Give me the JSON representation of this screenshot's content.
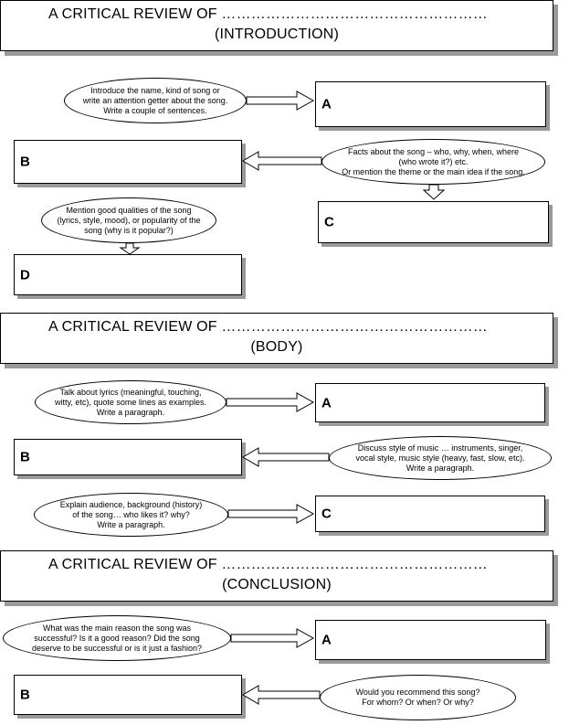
{
  "sections": [
    {
      "title_line1": "A CRITICAL REVIEW OF ………………………………………………",
      "title_line2": "(INTRODUCTION)",
      "boxes": [
        "A",
        "B",
        "C",
        "D"
      ],
      "ovals": [
        "Introduce the name, kind of song or\nwrite an attention getter about the song.\nWrite a couple of sentences.",
        "Facts about the song – who, why, when, where\n(who wrote it?) etc.\nOr mention the theme or the main idea if the song.",
        "Mention good qualities of the song\n(lyrics, style, mood), or popularity of the\nsong (why is it popular?)"
      ]
    },
    {
      "title_line1": "A CRITICAL REVIEW OF ………………………………………………",
      "title_line2": "(BODY)",
      "boxes": [
        "A",
        "B",
        "C"
      ],
      "ovals": [
        "Talk about lyrics (meaningful, touching,\nwitty, etc), quote some lines as examples.\nWrite a paragraph.",
        "Discuss style of music … instruments, singer,\nvocal style, music style (heavy, fast, slow, etc).\nWrite a paragraph.",
        "Explain audience, background (history)\nof the song… who likes it? why?\nWrite a paragraph."
      ]
    },
    {
      "title_line1": "A CRITICAL REVIEW OF ………………………………………………",
      "title_line2": "(CONCLUSION)",
      "boxes": [
        "A",
        "B"
      ],
      "ovals": [
        "What was the main reason the song was\nsuccessful? Is it a good reason? Did the song\ndeserve to be successful or is it just a fashion?",
        "Would you recommend this song?\nFor whom? Or when? Or why?"
      ]
    }
  ]
}
